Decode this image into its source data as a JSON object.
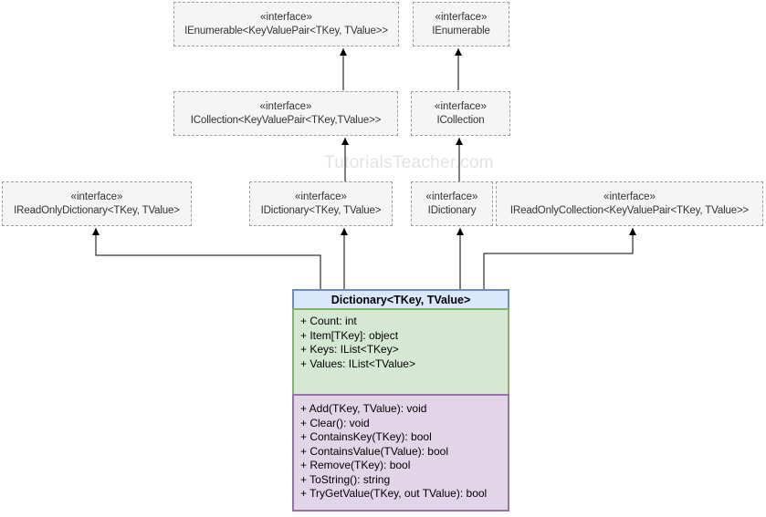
{
  "watermark": {
    "text": "TutorialsTeacher.com"
  },
  "colors": {
    "header_fill": "#dae8fc",
    "header_stroke": "#6c8ebf",
    "props_fill": "#d5e8d4",
    "props_stroke": "#82b366",
    "methods_fill": "#e1d5e7",
    "methods_stroke": "#9673a6",
    "iface_fill": "#f5f5f5",
    "iface_stroke": "#9e9e9e",
    "text": "#333333",
    "watermark": "#e3e3e3",
    "arrow": "#000000"
  },
  "interfaces": [
    {
      "stereotype": "«interface»",
      "name": "IEnumerable<KeyValuePair<TKey, TValue>>"
    },
    {
      "stereotype": "«interface»",
      "name": "IEnumerable"
    },
    {
      "stereotype": "«interface»",
      "name": "ICollection<KeyValuePair<TKey,TValue>>"
    },
    {
      "stereotype": "«interface»",
      "name": "ICollection"
    },
    {
      "stereotype": "«interface»",
      "name": "IReadOnlyDictionary<TKey, TValue>"
    },
    {
      "stereotype": "«interface»",
      "name": "IDictionary<TKey, TValue>"
    },
    {
      "stereotype": "«interface»",
      "name": "IDictionary"
    },
    {
      "stereotype": "«interface»",
      "name": "IReadOnlyCollection<KeyValuePair<TKey, TValue>>"
    }
  ],
  "class": {
    "title": "Dictionary<TKey, TValue>",
    "properties": [
      "+ Count: int",
      "+ Item[TKey]: object",
      "+ Keys: IList<TKey>",
      "+ Values: IList<TValue>"
    ],
    "methods": [
      "+ Add(TKey, TValue): void",
      "+ Clear(): void",
      "+ ContainsKey(TKey): bool",
      "+ ContainsValue(TValue): bool",
      "+ Remove(TKey): bool",
      "+ ToString(): string",
      "+ TryGetValue(TKey, out TValue): bool"
    ]
  }
}
